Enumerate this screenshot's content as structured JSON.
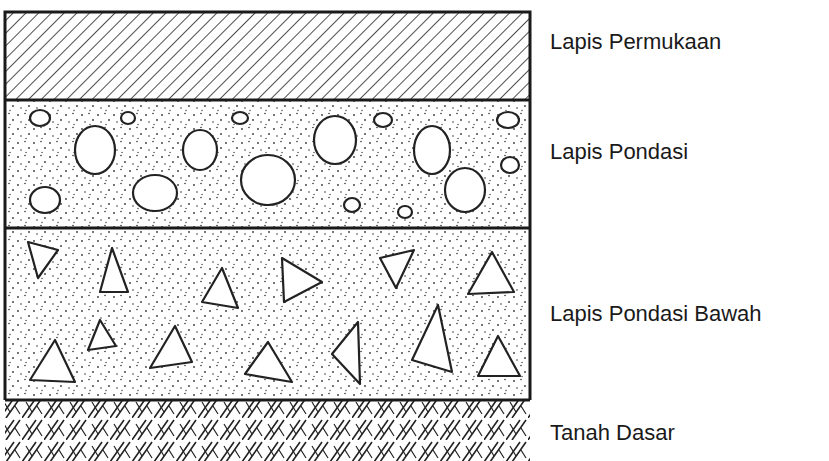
{
  "diagram": {
    "labels": [
      "Lapis Permukaan",
      "Lapis Pondasi",
      "Lapis Pondasi Bawah",
      "Tanah Dasar"
    ]
  }
}
